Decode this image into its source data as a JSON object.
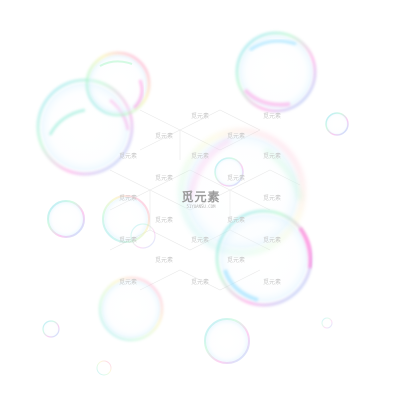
{
  "scene": {
    "background": "#ffffff",
    "subject": "soap-bubbles",
    "rim_colors": [
      "#ff7ad9",
      "#7ad7ff",
      "#a9f5c6",
      "#f7f0a0"
    ]
  },
  "watermark": {
    "logo_text": "觅元素",
    "logo_sub": "51YUANSU.COM",
    "tile_text": "觅元素",
    "color": "#c8c8c8"
  }
}
